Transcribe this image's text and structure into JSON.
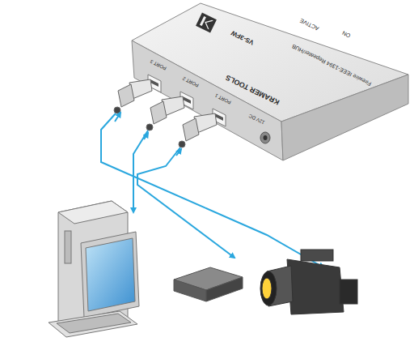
{
  "diagram": {
    "nodes": [
      {
        "text": [
          "ACTIVE",
          "ON",
          "VS-3FW",
          "Firewire IEEE-1394 Repeater/HUB",
          "KRAMER TOOLS",
          "PORT 3",
          "PORT 2",
          "PORT 1",
          "12V DC"
        ]
      }
    ]
  }
}
